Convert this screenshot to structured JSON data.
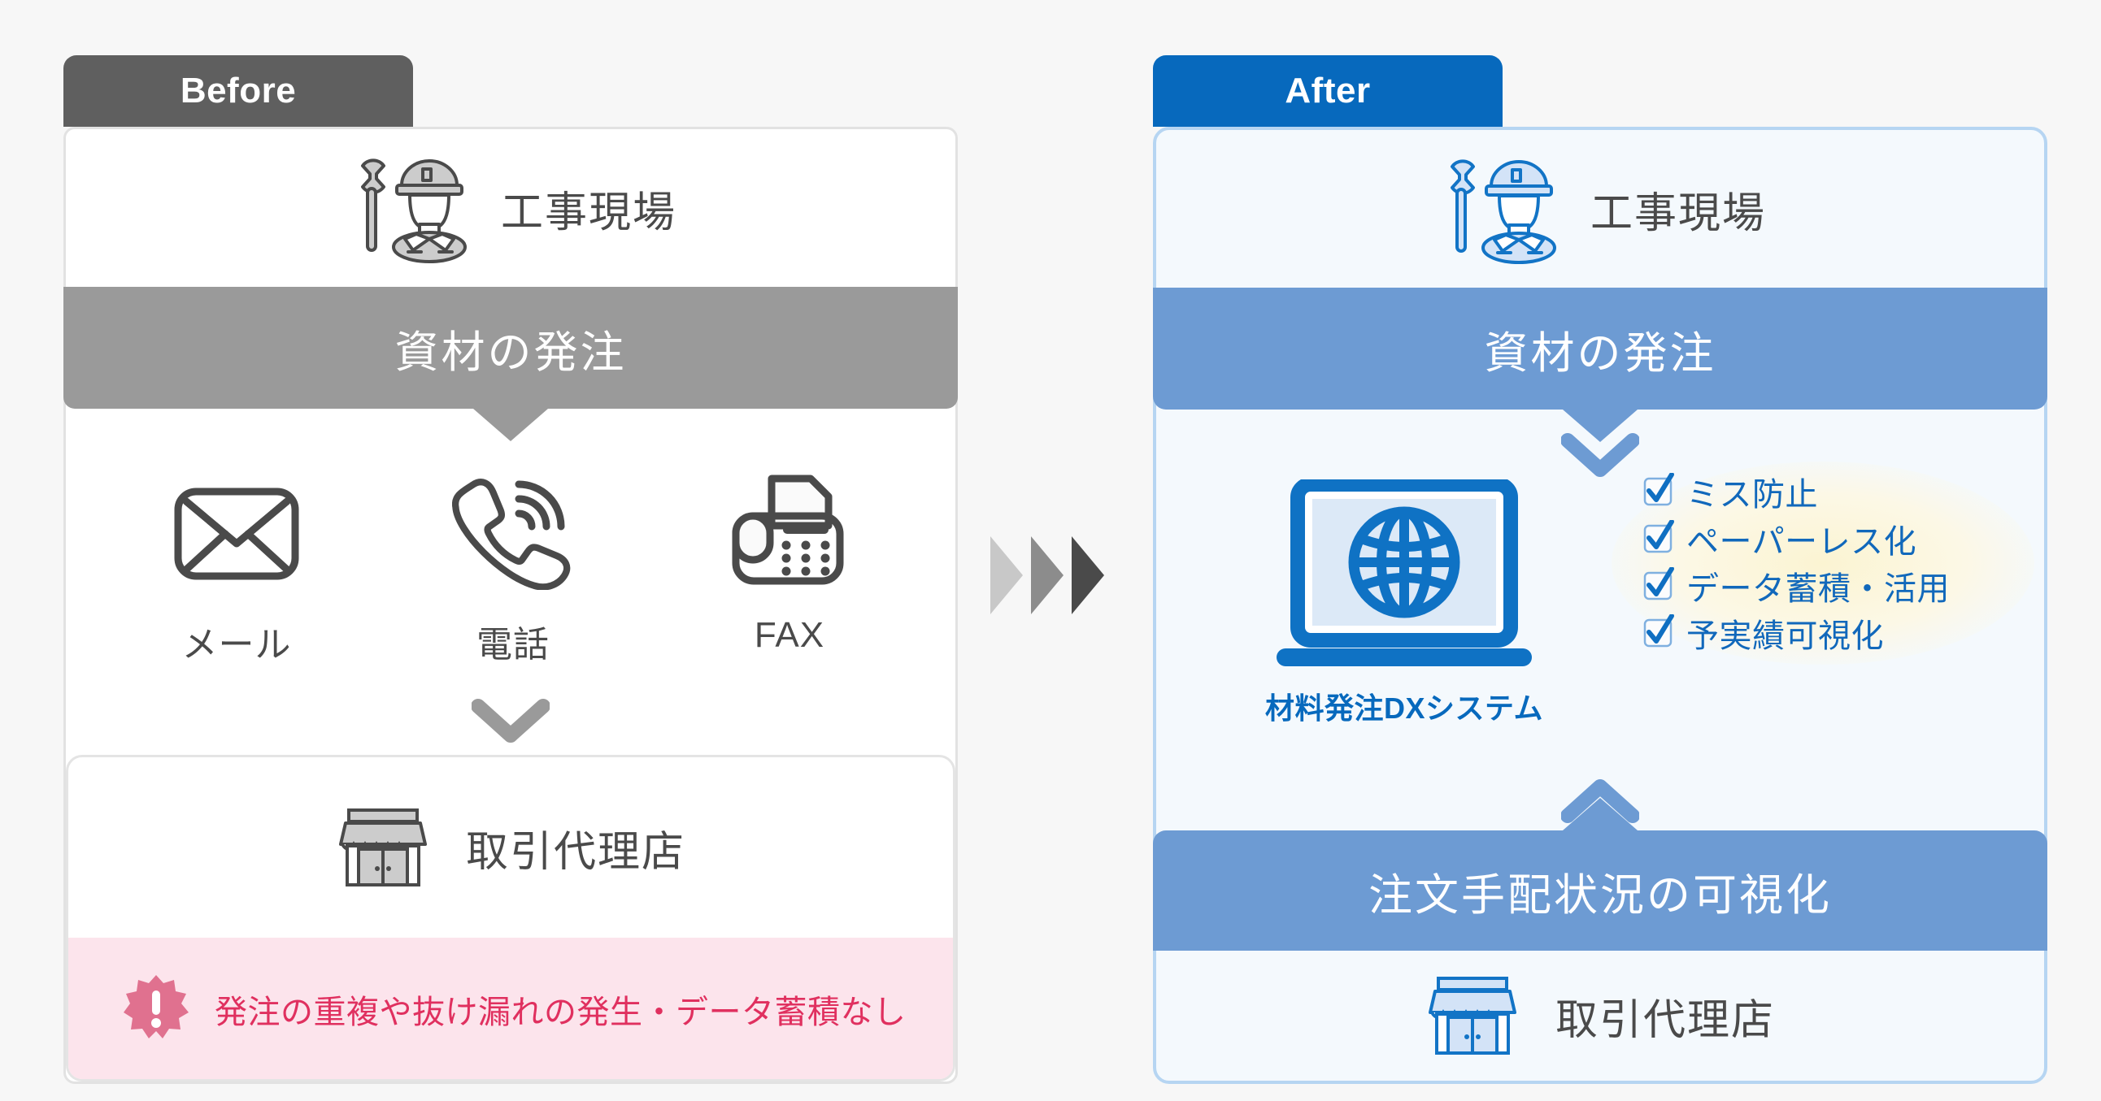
{
  "colors": {
    "page_bg": "#f7f7f7",
    "before_tab_bg": "#5f5f5f",
    "before_bar_bg": "#9a9a9a",
    "before_card_bg": "#ffffff",
    "before_border": "#e2e2e2",
    "before_icon": "#4a4a4a",
    "warn_bg": "#fce4ec",
    "warn_text": "#e0305f",
    "warn_badge": "#e0718f",
    "after_tab_bg": "#0769bd",
    "after_bar_bg": "#6d9bd3",
    "after_card_bg": "#f4f9fd",
    "after_border": "#b6d5f2",
    "after_accent": "#0769bd",
    "after_icon_fill": "#d3e3f7",
    "glow": "#fbf4d2",
    "arrow_light": "#c8c8c8",
    "arrow_mid": "#8c8c8c",
    "arrow_dark": "#4a4a4a"
  },
  "before": {
    "tab_label": "Before",
    "site": {
      "icon": "worker-wrench-icon",
      "label": "工事現場"
    },
    "order_bar": {
      "label": "資材の発注"
    },
    "channels": [
      {
        "icon": "mail-icon",
        "label": "メール"
      },
      {
        "icon": "phone-icon",
        "label": "電話"
      },
      {
        "icon": "fax-icon",
        "label": "FAX"
      }
    ],
    "agent": {
      "icon": "store-icon",
      "label": "取引代理店"
    },
    "warning": {
      "icon": "exclamation-burst-icon",
      "text": "発注の重複や抜け漏れの発生・データ蓄積なし"
    }
  },
  "flow_arrows": {
    "count": 3,
    "direction": "right"
  },
  "after": {
    "tab_label": "After",
    "site": {
      "icon": "worker-wrench-icon",
      "label": "工事現場"
    },
    "order_bar": {
      "label": "資材の発注"
    },
    "system": {
      "icon": "laptop-globe-icon",
      "caption": "材料発注DXシステム"
    },
    "benefits": [
      {
        "icon": "checkbox-checked-icon",
        "label": "ミス防止"
      },
      {
        "icon": "checkbox-checked-icon",
        "label": "ペーパーレス化"
      },
      {
        "icon": "checkbox-checked-icon",
        "label": "データ蓄積・活用"
      },
      {
        "icon": "checkbox-checked-icon",
        "label": "予実績可視化"
      }
    ],
    "visibility_bar": {
      "label": "注文手配状況の可視化"
    },
    "agent": {
      "icon": "store-icon",
      "label": "取引代理店"
    }
  }
}
